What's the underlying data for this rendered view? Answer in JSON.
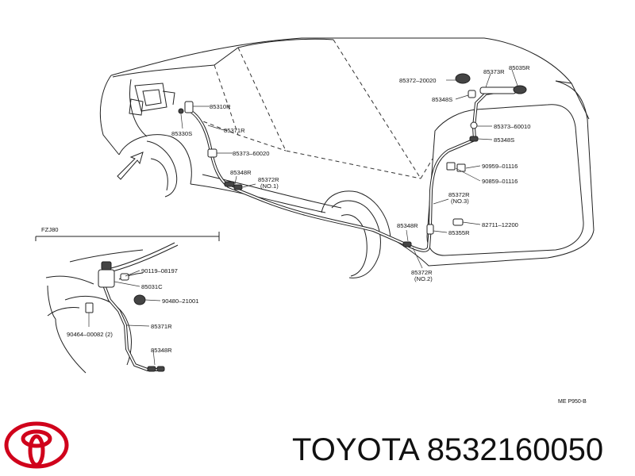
{
  "diagram": {
    "section_label": "FZJ80",
    "figure_code": "ME  P950-B",
    "labels": {
      "p85310R": "85310R",
      "p85330S": "85330S",
      "p85371R_top": "85371R",
      "p85373_60020": "85373–60020",
      "p85348R_a": "85348R",
      "p85372R_no1": "85372R",
      "no1": "(NO.1)",
      "p85372_20020": "85372–20020",
      "p85373R": "85373R",
      "p85035R": "85035R",
      "p85348S_a": "85348S",
      "p85373_60010": "85373–60010",
      "p85348S_b": "85348S",
      "p90959_01116_a": "90959–01116",
      "p90859_01116": "90859–01116",
      "p85372R_no3": "85372R",
      "no3": "(NO.3)",
      "p82711_12200": "82711–12200",
      "p85348R_b": "85348R",
      "p85355R": "85355R",
      "p85372R_no2": "85372R",
      "no2": "(NO.2)",
      "p90119_08197": "90119–08197",
      "p85031C": "85031C",
      "p90480_21001": "90480–21001",
      "p90464_00082": "90464–00082 (2)",
      "p85371R_bottom": "85371R",
      "p85348R_c": "85348R"
    }
  },
  "footer": {
    "brand": "TOYOTA",
    "part_number": "8532160050",
    "brand_color": "#d0021b"
  }
}
